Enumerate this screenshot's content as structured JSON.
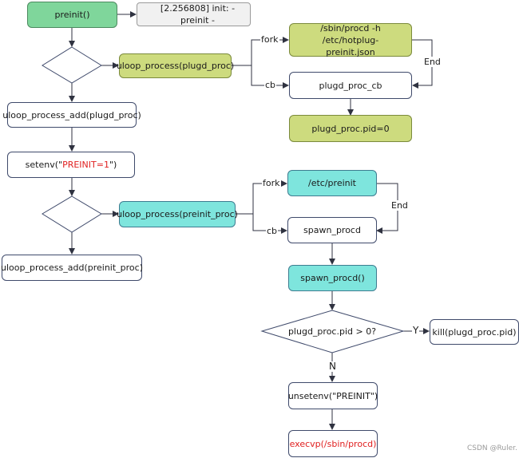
{
  "nodes": {
    "preinit": "preinit()",
    "log_msg": "[2.256808] init: - preinit -",
    "uloop_plugd": "uloop_process(plugd_proc)",
    "hotplug_cmd": "/sbin/procd -h /etc/hotplug-preinit.json",
    "plugd_cb": "plugd_proc_cb",
    "plugd_pid_zero": "plugd_proc.pid=0",
    "add_plugd": "uloop_process_add(plugd_proc)",
    "setenv_prefix": "setenv(\"",
    "setenv_value": "PREINIT=1",
    "setenv_suffix": "\")",
    "uloop_preinit": "uloop_process(preinit_proc)",
    "etc_preinit": "/etc/preinit",
    "spawn_cb": "spawn_procd",
    "add_preinit": "uloop_process_add(preinit_proc)",
    "spawn_procd": "spawn_procd()",
    "pid_check": "plugd_proc.pid > 0?",
    "kill": "kill(plugd_proc.pid)",
    "unsetenv": "unsetenv(\"PREINIT\")",
    "execvp": "execvp(/sbin/procd)"
  },
  "edge_labels": {
    "fork_1": "fork",
    "cb_1": "cb",
    "end_1": "End",
    "fork_2": "fork",
    "cb_2": "cb",
    "end_2": "End",
    "yes": "Y",
    "no": "N"
  },
  "watermark": "CSDN @Ruler.",
  "colors": {
    "green": "#7fd69b",
    "lime": "#cddb7e",
    "cyan": "#7ee5dd",
    "edge": "#3f4a6b",
    "highlight_text": "#e02020"
  }
}
